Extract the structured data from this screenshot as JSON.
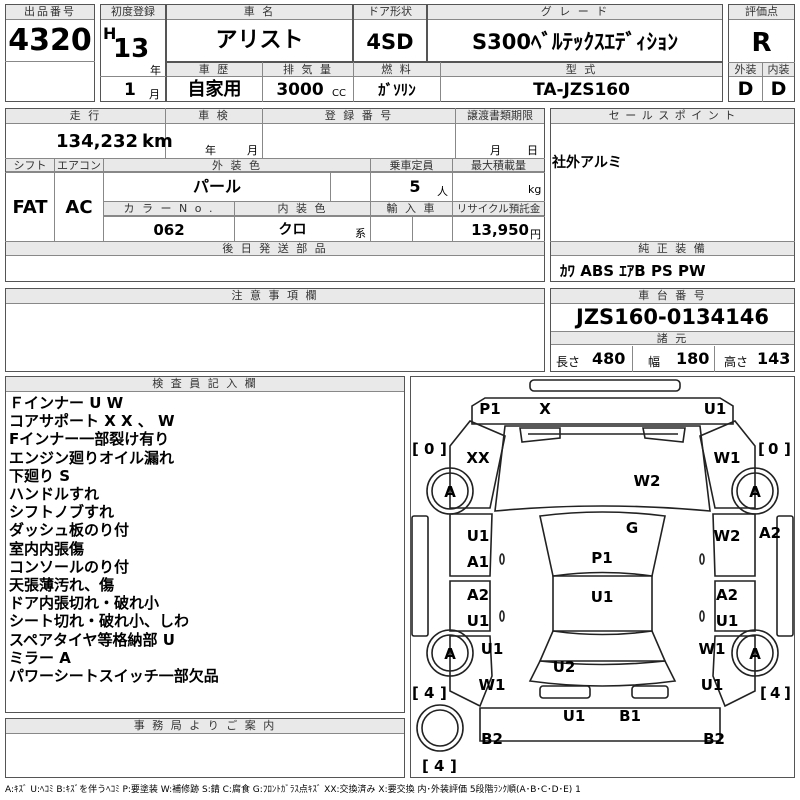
{
  "lot": {
    "label": "出品番号",
    "value": "4320"
  },
  "first_reg": {
    "label": "初度登録",
    "era": "H",
    "year": "13",
    "year_unit": "年",
    "month": "1",
    "month_unit": "月"
  },
  "car_name": {
    "label": "車 名",
    "value": "アリスト"
  },
  "door": {
    "label": "ドア形状",
    "value": "4SD"
  },
  "grade": {
    "label": "グ レ ー ド",
    "value": "S300ﾍﾞﾙﾃｯｸｽｴﾃﾞｨｼｮﾝ"
  },
  "score": {
    "label": "評価点",
    "value": "R"
  },
  "history": {
    "label": "車 歴",
    "value": "自家用"
  },
  "displacement": {
    "label": "排 気 量",
    "value": "3000",
    "unit": "CC"
  },
  "fuel": {
    "label": "燃 料",
    "value": "ｶﾞｿﾘﾝ"
  },
  "model": {
    "label": "型 式",
    "value": "TA-JZS160"
  },
  "exterior_score": {
    "label": "外装",
    "value": "D"
  },
  "interior_score": {
    "label": "内装",
    "value": "D"
  },
  "mileage": {
    "label": "走 行",
    "value": "134,232",
    "unit": "km"
  },
  "inspection": {
    "label": "車 検",
    "year_unit": "年",
    "month_unit": "月"
  },
  "reg_no": {
    "label": "登 録 番 号"
  },
  "transfer_deadline": {
    "label": "譲渡書類期限",
    "month_unit": "月",
    "day_unit": "日"
  },
  "sales_point": {
    "label": "セ ー ル ス ポ イ ン ト",
    "value": "社外アルミ"
  },
  "shift": {
    "label": "シフト",
    "value": "FAT"
  },
  "aircon": {
    "label": "エアコン",
    "value": "AC"
  },
  "ext_color": {
    "label": "外 装 色",
    "value": "パール"
  },
  "capacity": {
    "label": "乗車定員",
    "value": "5",
    "unit": "人"
  },
  "max_load": {
    "label": "最大積載量",
    "unit": "kg"
  },
  "color_no": {
    "label": "カ ラ ー N o .",
    "value": "062"
  },
  "int_color": {
    "label": "内 装 色",
    "value": "クロ",
    "unit": "系"
  },
  "import": {
    "label": "輸 入 車"
  },
  "recycle": {
    "label": "リサイクル預託金",
    "value": "13,950",
    "unit": "円"
  },
  "later_parts": {
    "label": "後 日 発 送 部 品"
  },
  "equipment": {
    "label": "純 正 装 備",
    "value": "ｶﾜ ABS ｴｱB PS PW"
  },
  "caution": {
    "label": "注 意 事 項 欄"
  },
  "chassis": {
    "label": "車 台 番 号",
    "value": "JZS160-0134146"
  },
  "dims": {
    "label": "諸 元",
    "length_label": "長さ",
    "length": "480",
    "width_label": "幅",
    "width": "180",
    "height_label": "高さ",
    "height": "143"
  },
  "inspector": {
    "label": "検 査 員 記 入 欄",
    "notes": [
      "Ｆインナー U W",
      "コアサポート X X 、 W",
      "Fインナー一部裂け有り",
      "エンジン廻りオイル漏れ",
      "下廻り S",
      "ハンドルすれ",
      "シフトノブすれ",
      "ダッシュ板のり付",
      "室内内張傷",
      "コンソールのり付",
      "天張薄汚れ、傷",
      "ドア内張切れ・破れ小",
      "シート切れ・破れ小、しわ",
      "スペアタイヤ等格納部 U",
      "ミラー A",
      "パワーシートスイッチ一部欠品"
    ]
  },
  "office": {
    "label": "事 務 局 よ り ご 案 内"
  },
  "diagram": {
    "tire_counts": {
      "front_left": "0",
      "front_right": "0",
      "rear_left": "4",
      "rear_right": "4",
      "spare": "4"
    },
    "marks": {
      "P1_front": "P1",
      "X_front": "X",
      "U1_front_right": "U1",
      "XX": "XX",
      "W1_front_right": "W1",
      "A_wheel_fl": "A",
      "A_wheel_fr": "A",
      "W2_hood": "W2",
      "G_glass": "G",
      "U1_front_door_l": "U1",
      "A1": "A1",
      "P1_roof": "P1",
      "W2_front_door_r": "W2",
      "A2_right": "A2",
      "A2_rear_door_l": "A2",
      "U1_rear_door_l": "U1",
      "U1_roof": "U1",
      "A2_rear_door_r": "A2",
      "U1_rear_door_r": "U1",
      "A_wheel_rl": "A",
      "U1_quarter_l": "U1",
      "A_wheel_rr": "A",
      "W1_quarter_r": "W1",
      "U2": "U2",
      "W1_rear_l": "W1",
      "U1_rear_r": "U1",
      "U1_bumper": "U1",
      "B1": "B1",
      "B2_left": "B2",
      "B2_right": "B2"
    }
  },
  "legend": "A:ｷｽﾞ U:ﾍｺﾐ B:ｷｽﾞを伴うﾍｺﾐ P:要塗装 W:補修跡 S:錆 C:腐食 G:ﾌﾛﾝﾄｶﾞﾗｽ点ｷｽﾞ XX:交換済み X:要交換 内･外装評価 5段階ﾗﾝｸ順(A･B･C･D･E) 1"
}
